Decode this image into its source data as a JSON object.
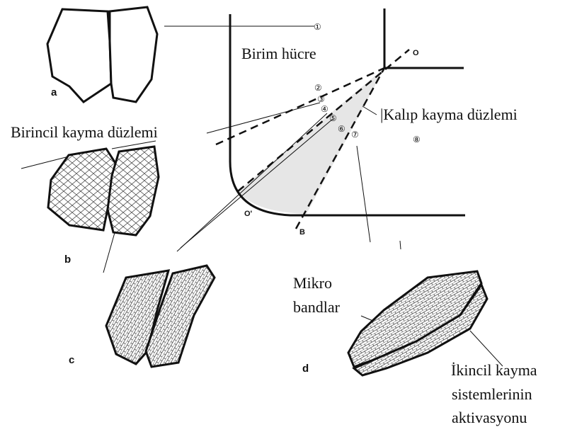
{
  "labels": {
    "unit_cell": "Birim hücre",
    "primary_slip": "Birincil kayma düzlemi",
    "die_slip": "|Kalıp kayma düzlemi",
    "micro_line1": "Mikro",
    "micro_line2": "bandlar",
    "secondary_line1": "İkincil kayma",
    "secondary_line2": "sistemlerinin",
    "secondary_line3": "aktivasyonu"
  },
  "panels": {
    "a": "a",
    "b": "b",
    "c": "c",
    "d": "d"
  },
  "points": {
    "O": "O",
    "O_prime": "O'",
    "B": "B",
    "p1": "①",
    "p2": "②",
    "p3": "③",
    "p4": "④",
    "p5": "⑤",
    "p6": "⑥",
    "p7": "⑦",
    "p8": "⑧"
  }
}
